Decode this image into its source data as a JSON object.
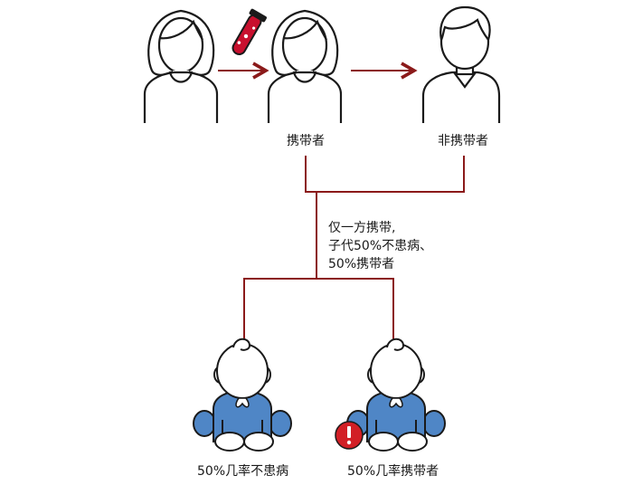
{
  "parents": {
    "source_person_label": "",
    "carrier_label": "携带者",
    "noncarrier_label": "非携带者"
  },
  "inheritance_note": {
    "line1": "仅一方携带,",
    "line2": "子代50%不患病、",
    "line3": "50%携带者"
  },
  "children": {
    "healthy_label": "50%几率不患病",
    "carrier_label": "50%几率携带者"
  },
  "colors": {
    "line": "#8b1a1a",
    "baby_blue": "#4f86c6",
    "warning_red": "#d21f26",
    "tube_red": "#c8102e"
  },
  "icons": [
    "woman-icon",
    "test-tube-icon",
    "man-icon",
    "baby-icon",
    "warning-icon",
    "arrow-icon"
  ]
}
